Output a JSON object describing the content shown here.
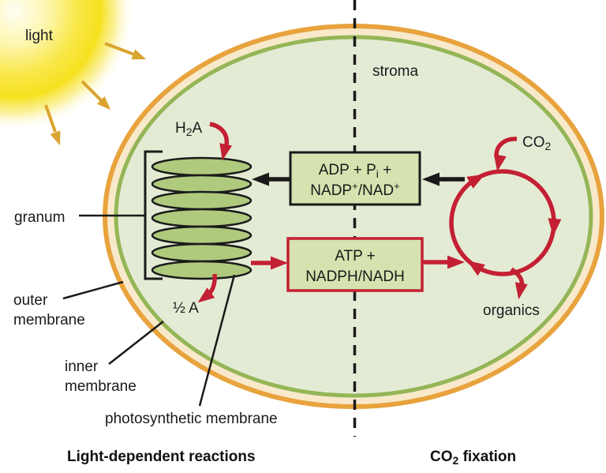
{
  "sun": {
    "label": "light"
  },
  "chloroplast": {
    "stroma_label": "stroma",
    "granum_label": "granum",
    "outer_membrane_label": [
      "outer",
      "membrane"
    ],
    "inner_membrane_label": [
      "inner",
      "membrane"
    ],
    "photosynthetic_membrane_label": "photosynthetic membrane"
  },
  "light_reactions": {
    "input_molecule": {
      "pre": "H",
      "sub": "2",
      "post": "A"
    },
    "byproduct": "½ A",
    "adp_box": {
      "line1": {
        "a": "ADP + P",
        "sub_i": "i",
        "b": " +"
      },
      "line2": {
        "a": "NADP",
        "sup_a": "+",
        "b": "/NAD",
        "sup_b": "+"
      }
    },
    "atp_box": {
      "line1": "ATP +",
      "line2": "NADPH/NADH"
    }
  },
  "co2_fixation": {
    "input_molecule": {
      "pre": "CO",
      "sub": "2"
    },
    "output": "organics"
  },
  "footers": {
    "left": "Light-dependent reactions",
    "right": {
      "pre": "CO",
      "sub": "2",
      "post": " fixation"
    }
  },
  "colors": {
    "outer_membrane": "#E8A33D",
    "intermembrane_space": "#F8E9CB",
    "inner_membrane": "#94B657",
    "stroma_fill": "#E4EBD5",
    "granum_fill": "#AFCA7D",
    "box_fill": "#D6E2AF",
    "red_accent": "#C42033",
    "line_black": "#1A1A1A",
    "sun_yellow": "#F6E11E",
    "sun_ray": "#D9A530"
  }
}
